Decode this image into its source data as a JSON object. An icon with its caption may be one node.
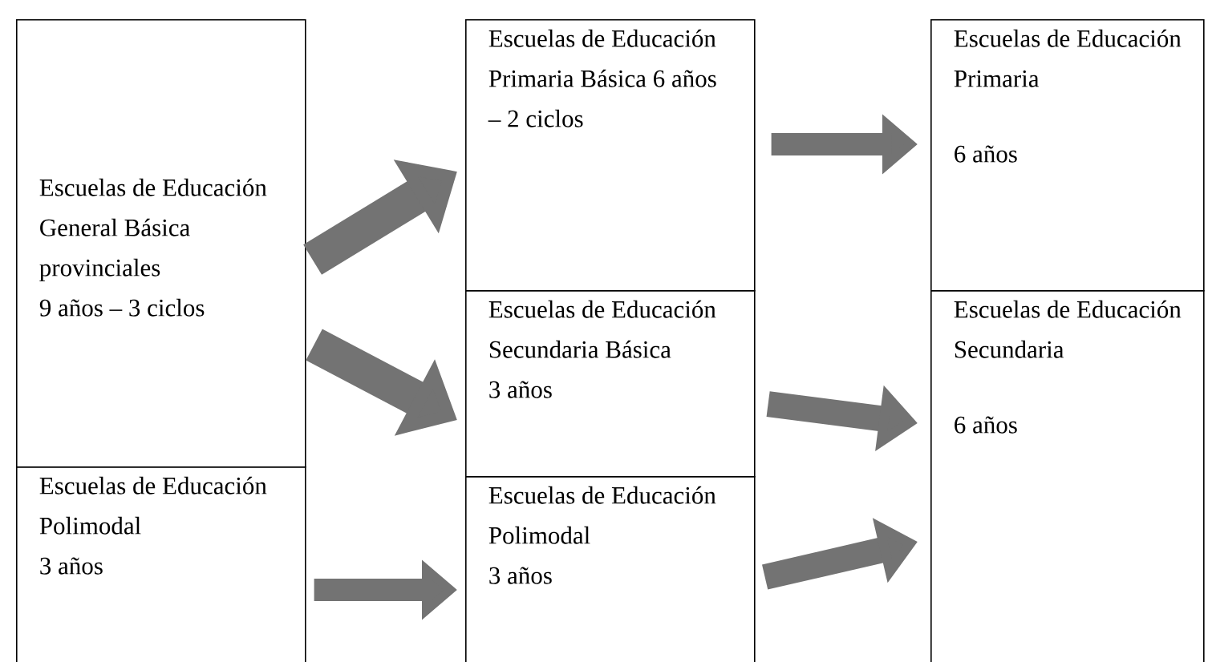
{
  "diagram": {
    "nodes": [
      {
        "text": [
          "Escuelas de Educación General Básica provinciales",
          "9 años – 3 ciclos"
        ]
      },
      {
        "text": [
          "Escuelas de Educación Polimodal",
          "3 años"
        ]
      },
      {
        "text": [
          "Escuelas de Educación Primaria Básica 6 años – 2 ciclos"
        ]
      },
      {
        "text": [
          "Escuelas de Educación Secundaria Básica",
          "3 años"
        ]
      },
      {
        "text": [
          "Escuelas de Educación Polimodal",
          "3 años"
        ]
      },
      {
        "text": [
          "Escuelas de Educación Primaria",
          "6 años"
        ]
      },
      {
        "text": [
          "Escuelas de Educación Secundaria",
          "6 años"
        ]
      }
    ],
    "edges": [
      {
        "from": 0,
        "to": 2,
        "arrow": "to"
      },
      {
        "from": 0,
        "to": 3,
        "arrow": "to"
      },
      {
        "from": 1,
        "to": 4,
        "arrow": "to"
      },
      {
        "from": 2,
        "to": 5,
        "arrow": "to"
      },
      {
        "from": 3,
        "to": 6,
        "arrow": "to"
      },
      {
        "from": 4,
        "to": 6,
        "arrow": "to"
      }
    ]
  }
}
